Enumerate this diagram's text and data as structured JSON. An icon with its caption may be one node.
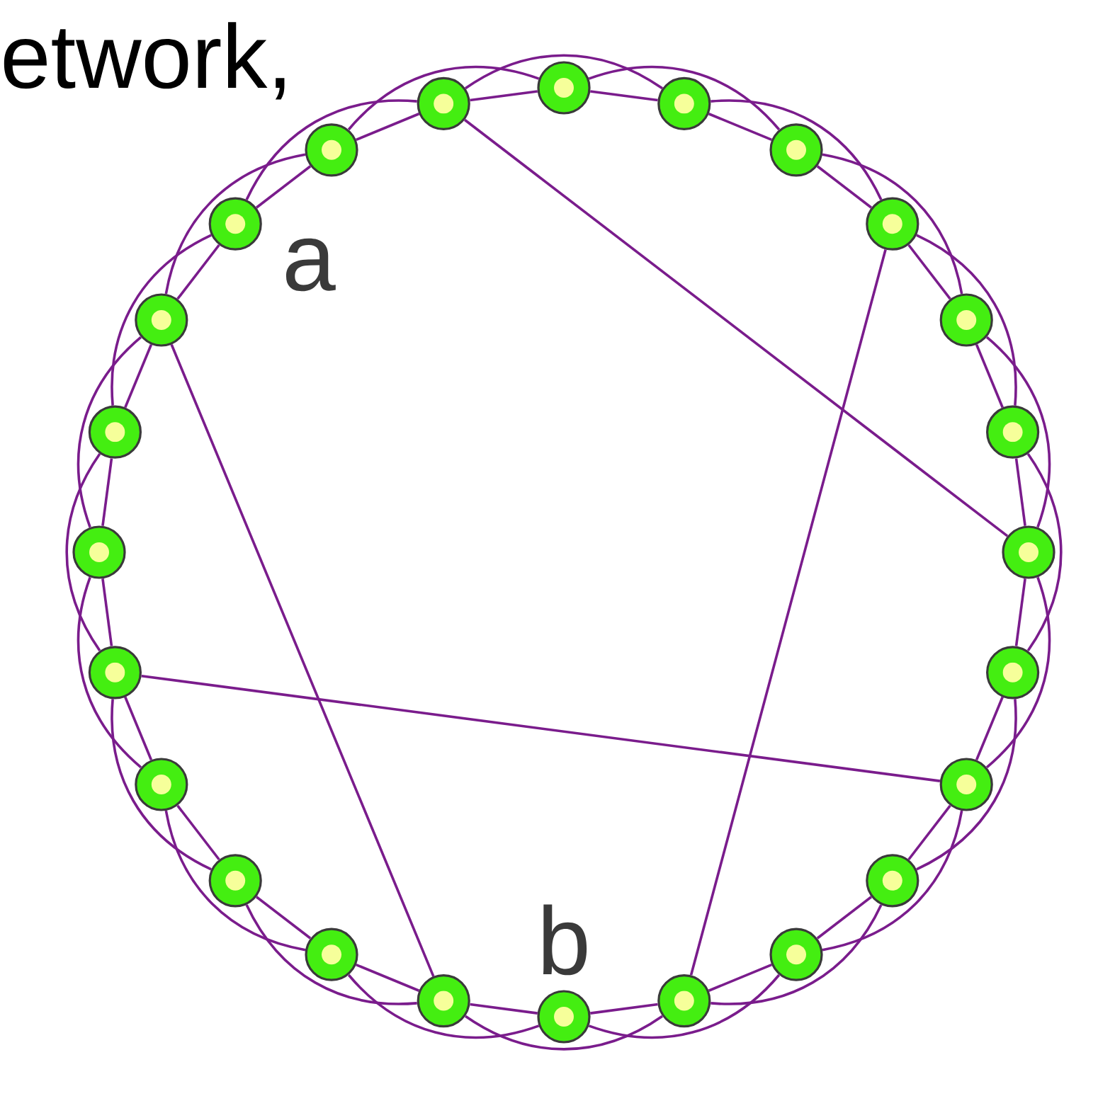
{
  "diagram": {
    "nodes": [
      {
        "text": [],
        "shape": "circle"
      },
      {
        "text": [],
        "shape": "circle"
      },
      {
        "text": [],
        "shape": "circle"
      },
      {
        "text": [],
        "shape": "circle"
      },
      {
        "text": [],
        "shape": "circle"
      },
      {
        "text": [],
        "shape": "circle"
      },
      {
        "text": [],
        "shape": "circle"
      },
      {
        "text": [],
        "shape": "circle"
      },
      {
        "text": [],
        "shape": "circle"
      },
      {
        "text": [],
        "shape": "circle"
      },
      {
        "text": [],
        "shape": "circle"
      },
      {
        "text": [],
        "shape": "circle"
      },
      {
        "text": [],
        "shape": "circle"
      },
      {
        "text": [],
        "shape": "circle"
      },
      {
        "text": [],
        "shape": "circle"
      },
      {
        "text": [],
        "shape": "circle"
      },
      {
        "text": [],
        "shape": "circle"
      },
      {
        "text": [],
        "shape": "circle"
      },
      {
        "text": [],
        "shape": "circle"
      },
      {
        "text": [],
        "shape": "circle"
      },
      {
        "text": [],
        "shape": "circle"
      },
      {
        "text": [],
        "shape": "circle"
      },
      {
        "text": [],
        "shape": "circle"
      },
      {
        "text": [],
        "shape": "circle"
      }
    ],
    "edges": [
      {
        "from": 0,
        "to": 1,
        "arrow": "none"
      },
      {
        "from": 1,
        "to": 2,
        "arrow": "none"
      },
      {
        "from": 2,
        "to": 3,
        "arrow": "none"
      },
      {
        "from": 3,
        "to": 4,
        "arrow": "none"
      },
      {
        "from": 4,
        "to": 5,
        "arrow": "none"
      },
      {
        "from": 5,
        "to": 6,
        "arrow": "none"
      },
      {
        "from": 6,
        "to": 7,
        "arrow": "none"
      },
      {
        "from": 7,
        "to": 8,
        "arrow": "none"
      },
      {
        "from": 8,
        "to": 9,
        "arrow": "none"
      },
      {
        "from": 9,
        "to": 10,
        "arrow": "none"
      },
      {
        "from": 10,
        "to": 11,
        "arrow": "none"
      },
      {
        "from": 11,
        "to": 12,
        "arrow": "none"
      },
      {
        "from": 12,
        "to": 13,
        "arrow": "none"
      },
      {
        "from": 13,
        "to": 14,
        "arrow": "none"
      },
      {
        "from": 14,
        "to": 15,
        "arrow": "none"
      },
      {
        "from": 15,
        "to": 16,
        "arrow": "none"
      },
      {
        "from": 16,
        "to": 17,
        "arrow": "none"
      },
      {
        "from": 17,
        "to": 18,
        "arrow": "none"
      },
      {
        "from": 18,
        "to": 19,
        "arrow": "none"
      },
      {
        "from": 19,
        "to": 20,
        "arrow": "none"
      },
      {
        "from": 20,
        "to": 21,
        "arrow": "none"
      },
      {
        "from": 21,
        "to": 22,
        "arrow": "none"
      },
      {
        "from": 22,
        "to": 23,
        "arrow": "none"
      },
      {
        "from": 23,
        "to": 0,
        "arrow": "none"
      },
      {
        "from": 0,
        "to": 2,
        "arrow": "none"
      },
      {
        "from": 1,
        "to": 3,
        "arrow": "none"
      },
      {
        "from": 2,
        "to": 4,
        "arrow": "none"
      },
      {
        "from": 3,
        "to": 5,
        "arrow": "none"
      },
      {
        "from": 4,
        "to": 6,
        "arrow": "none"
      },
      {
        "from": 5,
        "to": 7,
        "arrow": "none"
      },
      {
        "from": 6,
        "to": 8,
        "arrow": "none"
      },
      {
        "from": 7,
        "to": 9,
        "arrow": "none"
      },
      {
        "from": 8,
        "to": 10,
        "arrow": "none"
      },
      {
        "from": 9,
        "to": 11,
        "arrow": "none"
      },
      {
        "from": 10,
        "to": 12,
        "arrow": "none"
      },
      {
        "from": 11,
        "to": 13,
        "arrow": "none"
      },
      {
        "from": 12,
        "to": 14,
        "arrow": "none"
      },
      {
        "from": 13,
        "to": 15,
        "arrow": "none"
      },
      {
        "from": 14,
        "to": 16,
        "arrow": "none"
      },
      {
        "from": 15,
        "to": 17,
        "arrow": "none"
      },
      {
        "from": 16,
        "to": 18,
        "arrow": "none"
      },
      {
        "from": 17,
        "to": 19,
        "arrow": "none"
      },
      {
        "from": 18,
        "to": 20,
        "arrow": "none"
      },
      {
        "from": 19,
        "to": 21,
        "arrow": "none"
      },
      {
        "from": 20,
        "to": 22,
        "arrow": "none"
      },
      {
        "from": 21,
        "to": 23,
        "arrow": "none"
      },
      {
        "from": 22,
        "to": 0,
        "arrow": "none"
      },
      {
        "from": 23,
        "to": 1,
        "arrow": "none"
      },
      {
        "from": 0,
        "to": 7,
        "arrow": "none"
      },
      {
        "from": 4,
        "to": 12,
        "arrow": "none"
      },
      {
        "from": 21,
        "to": 14,
        "arrow": "none"
      },
      {
        "from": 18,
        "to": 9,
        "arrow": "none"
      }
    ],
    "labels": [
      "etwork,",
      "a",
      "b"
    ]
  }
}
